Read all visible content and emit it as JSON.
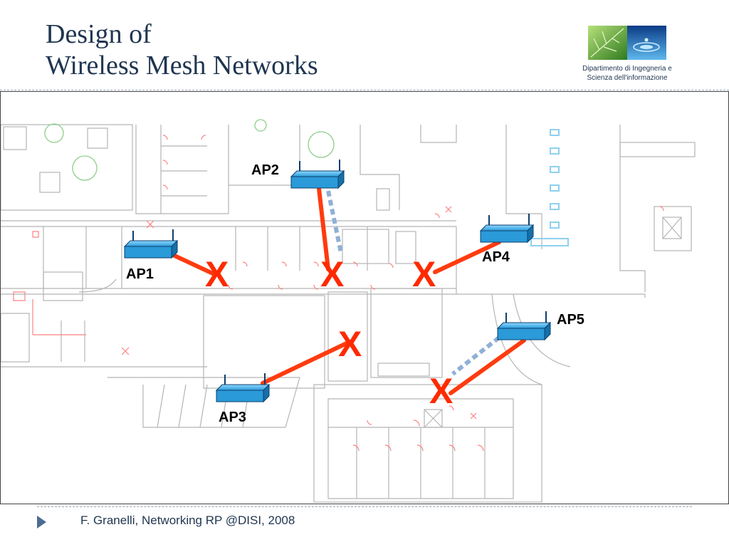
{
  "header": {
    "title_line1": "Design of",
    "title_line2": "Wireless Mesh Networks",
    "dept_line1": "Dipartimento di   Ingegneria e",
    "dept_line2": "Scienza dell'informazione"
  },
  "diagram": {
    "access_points": [
      {
        "label": "AP1"
      },
      {
        "label": "AP2"
      },
      {
        "label": "AP3"
      },
      {
        "label": "AP4"
      },
      {
        "label": "AP5"
      }
    ],
    "blocked_marker": "X",
    "colors": {
      "blocked_link": "#ff3b0f",
      "wireless_link": "#8fb0d6",
      "ap_body": "#2a9ad8",
      "floorplan": "#b5b5b5",
      "floorplan_red": "#ff8080"
    }
  },
  "footer": {
    "text": "F. Granelli, Networking RP @DISI, 2008"
  }
}
